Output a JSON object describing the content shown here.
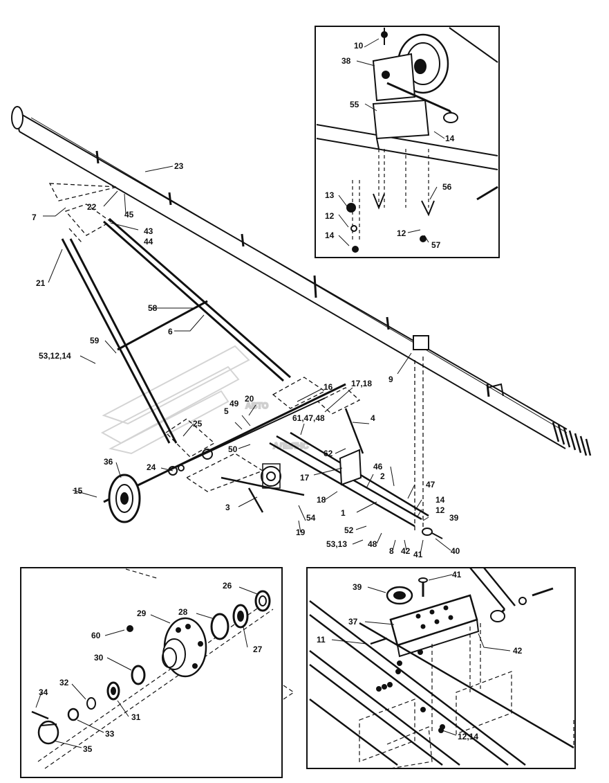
{
  "watermark": {
    "line1": "АВТО",
    "line2": "АЛЬЯНС"
  },
  "colors": {
    "ink": "#111111",
    "background": "#ffffff",
    "watermark": "#cfcfcf"
  },
  "main_view": {
    "callouts": [
      "23",
      "22",
      "45",
      "7",
      "43",
      "44",
      "21",
      "58",
      "6",
      "59",
      "53,12,14",
      "9",
      "16",
      "17,18",
      "49",
      "20",
      "5",
      "61,47,48",
      "4",
      "25",
      "50",
      "62",
      "36",
      "24",
      "17",
      "46",
      "2",
      "47",
      "15",
      "3",
      "18",
      "1",
      "14",
      "12",
      "39",
      "54",
      "19",
      "52",
      "53,13",
      "48",
      "8",
      "42",
      "41",
      "40"
    ]
  },
  "winch_inset": {
    "callouts": [
      "10",
      "38",
      "55",
      "14",
      "13",
      "56",
      "12",
      "14",
      "12",
      "57"
    ]
  },
  "hub_inset": {
    "callouts": [
      "26",
      "29",
      "28",
      "60",
      "27",
      "30",
      "32",
      "34",
      "31",
      "33",
      "35"
    ]
  },
  "pulley_inset": {
    "callouts": [
      "41",
      "39",
      "37",
      "11",
      "42",
      "12,14"
    ]
  }
}
